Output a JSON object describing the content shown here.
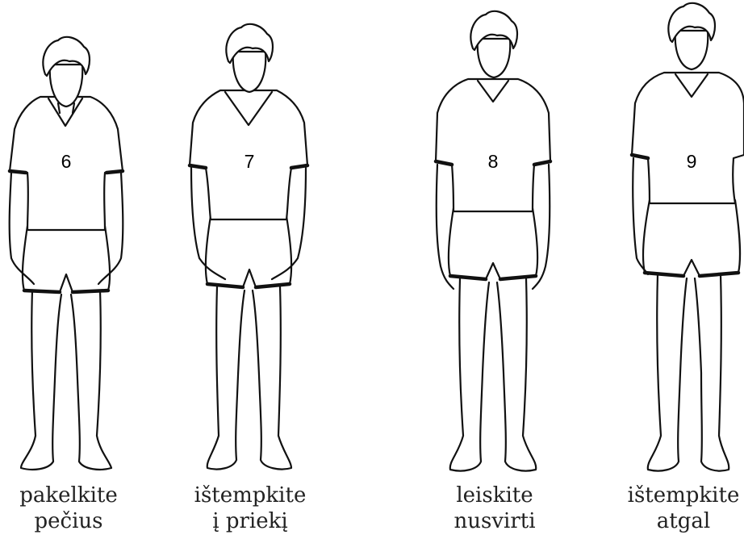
{
  "figures": [
    {
      "number": "6",
      "caption_line1": "pakelkite",
      "caption_line2": "pečius"
    },
    {
      "number": "7",
      "caption_line1": "ištempkite",
      "caption_line2": "į priekį"
    },
    {
      "number": "8",
      "caption_line1": "leiskite",
      "caption_line2": "nusvirti"
    },
    {
      "number": "9",
      "caption_line1": "ištempkite",
      "caption_line2": "atgal"
    }
  ]
}
